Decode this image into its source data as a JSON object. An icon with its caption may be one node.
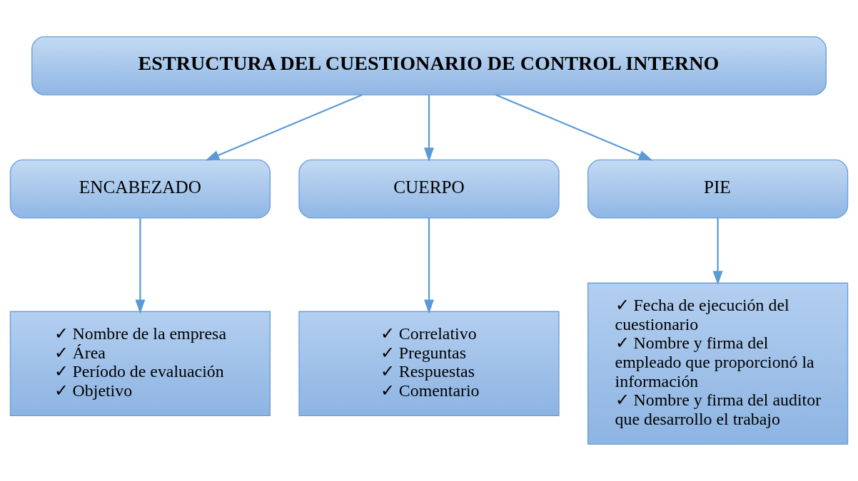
{
  "diagram": {
    "nodes": [
      {
        "text": [
          "ESTRUCTURA DEL CUESTIONARIO DE CONTROL INTERNO"
        ]
      },
      {
        "text": [
          "ENCABEZADO"
        ]
      },
      {
        "text": [
          "CUERPO"
        ]
      },
      {
        "text": [
          "PIE"
        ]
      },
      {
        "text": [
          "✓ Nombre de la empresa",
          "✓ Área",
          "✓ Período de evaluación",
          "✓ Objetivo"
        ]
      },
      {
        "text": [
          "✓ Correlativo",
          "✓ Preguntas",
          "✓ Respuestas",
          "✓ Comentario"
        ]
      },
      {
        "text": [
          "✓ Fecha de ejecución del cuestionario",
          "✓ Nombre y firma del empleado que proporcionó la información",
          "✓ Nombre y firma del auditor que desarrollo el trabajo"
        ]
      }
    ],
    "edges": [
      {
        "from": 0,
        "to": 1,
        "arrow": "to"
      },
      {
        "from": 0,
        "to": 2,
        "arrow": "to"
      },
      {
        "from": 0,
        "to": 3,
        "arrow": "to"
      },
      {
        "from": 1,
        "to": 4,
        "arrow": "to"
      },
      {
        "from": 2,
        "to": 5,
        "arrow": "to"
      },
      {
        "from": 3,
        "to": 6,
        "arrow": "to"
      }
    ]
  }
}
